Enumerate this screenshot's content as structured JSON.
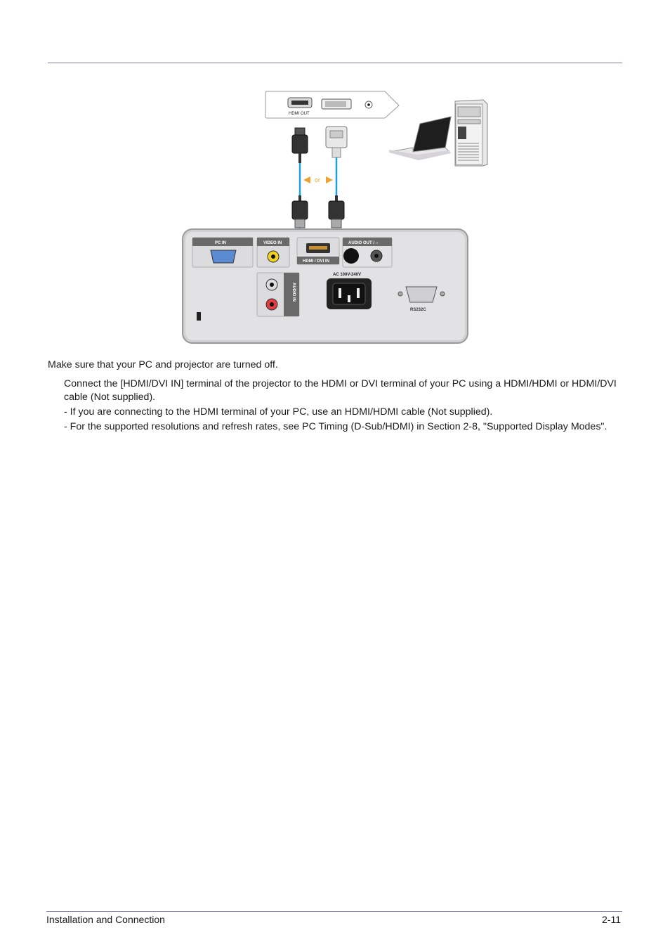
{
  "diagram": {
    "pc_panel": {
      "hdmi_out_label": "HDMI OUT"
    },
    "or_label": "or",
    "projector": {
      "pc_in": "PC IN",
      "video_in": "VIDEO IN",
      "hdmi_dvi_in": "HDMI / DVI IN",
      "audio_out": "AUDIO OUT / ∩",
      "audio_in": "AUDIO IN",
      "power": "AC 100V-240V",
      "rs232c": "RS232C"
    }
  },
  "body": {
    "intro": "Make sure that your PC and projector are turned off.",
    "step": "Connect the [HDMI/DVI IN] terminal of the projector to the HDMI or DVI terminal of your PC using a HDMI/HDMI or HDMI/DVI cable (Not supplied).",
    "note1": "- If you are connecting to the HDMI terminal of your PC, use an HDMI/HDMI cable (Not supplied).",
    "note2": "- For the supported resolutions and refresh rates, see PC Timing (D-Sub/HDMI) in Section 2-8, \"Supported Display Modes\"."
  },
  "footer": {
    "section": "Installation and Connection",
    "page": "2-11"
  }
}
